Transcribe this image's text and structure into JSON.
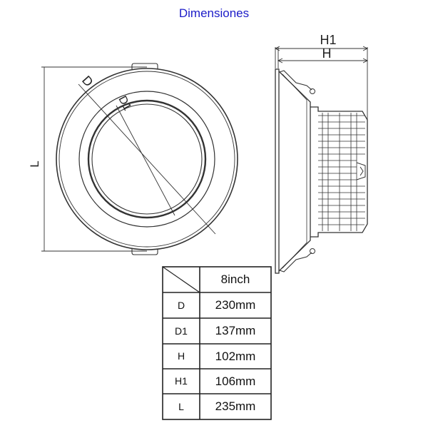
{
  "title": "Dimensiones",
  "front_view": {
    "diameter_label": "D",
    "inner_diameter_label": "D1",
    "length_label": "L"
  },
  "side_view": {
    "overall_height_label": "H1",
    "height_label": "H"
  },
  "spec_table": {
    "header": "8inch",
    "rows": [
      {
        "key": "D",
        "value": "230mm"
      },
      {
        "key": "D1",
        "value": "137mm"
      },
      {
        "key": "H",
        "value": "102mm"
      },
      {
        "key": "H1",
        "value": "106mm"
      },
      {
        "key": "L",
        "value": "235mm"
      }
    ]
  }
}
